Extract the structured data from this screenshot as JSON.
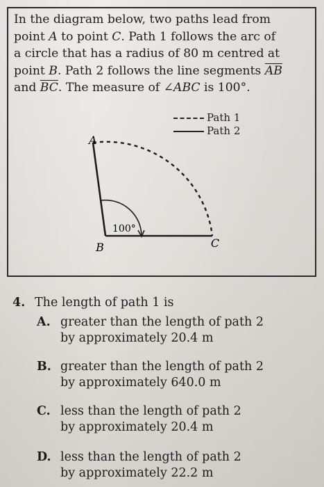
{
  "intro": {
    "line1": "In the diagram below, two paths lead from",
    "line2_a": "point ",
    "line2_A": "A",
    "line2_b": " to point ",
    "line2_C": "C",
    "line2_c": ". Path 1 follows the arc of",
    "line3": "a circle that has a radius of 80 m centred at",
    "line4_a": "point ",
    "line4_B": "B",
    "line4_b": ". Path 2 follows the line segments ",
    "line4_AB": "AB",
    "line5_a": "and ",
    "line5_BC": "BC",
    "line5_b": ". The measure of ∠",
    "line5_ABC": "ABC",
    "line5_c": " is 100°."
  },
  "legend": {
    "path1": "Path 1",
    "path2": "Path 2"
  },
  "diagram": {
    "label_A": "A",
    "label_B": "B",
    "label_C": "C",
    "angle_label": "100°"
  },
  "question": {
    "number": "4.",
    "stem": "The length of path 1 is",
    "options": [
      {
        "letter": "A.",
        "line1": "greater than the length of path 2",
        "line2": "by approximately 20.4 m"
      },
      {
        "letter": "B.",
        "line1": "greater than the length of path 2",
        "line2": "by approximately 640.0 m"
      },
      {
        "letter": "C.",
        "line1": "less than the length of path 2",
        "line2": "by approximately 20.4 m"
      },
      {
        "letter": "D.",
        "line1": "less than the length of path 2",
        "line2": "by approximately 22.2 m"
      }
    ]
  }
}
